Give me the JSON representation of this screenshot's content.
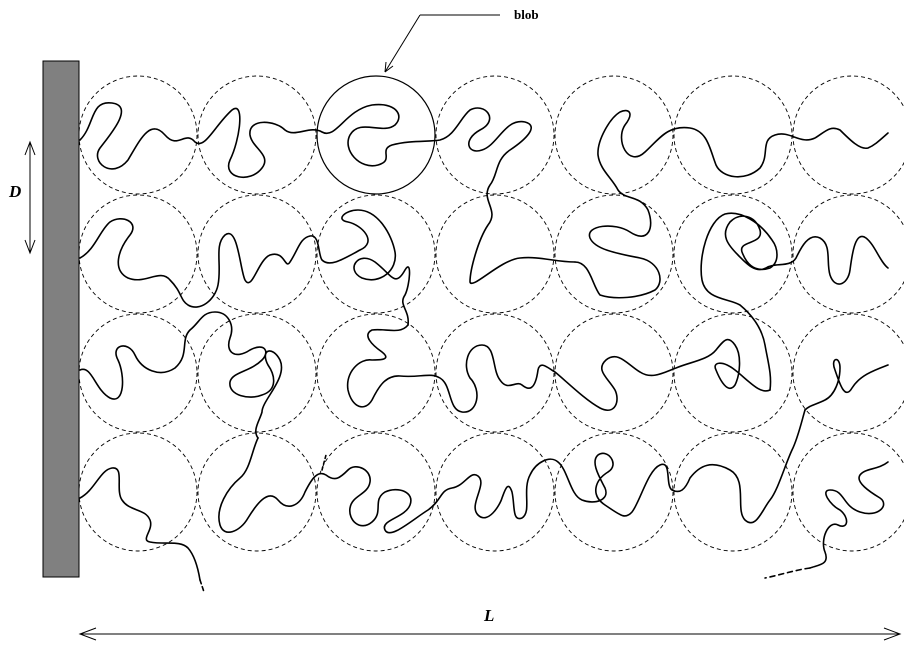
{
  "labels": {
    "blob": "blob",
    "D": "D",
    "L": "L"
  },
  "colors": {
    "wall": "#808080",
    "line": "#000000",
    "background": "#ffffff"
  },
  "grid": {
    "rows": 4,
    "cols": 7
  },
  "highlighted_blob": {
    "row": 1,
    "col": 3
  }
}
